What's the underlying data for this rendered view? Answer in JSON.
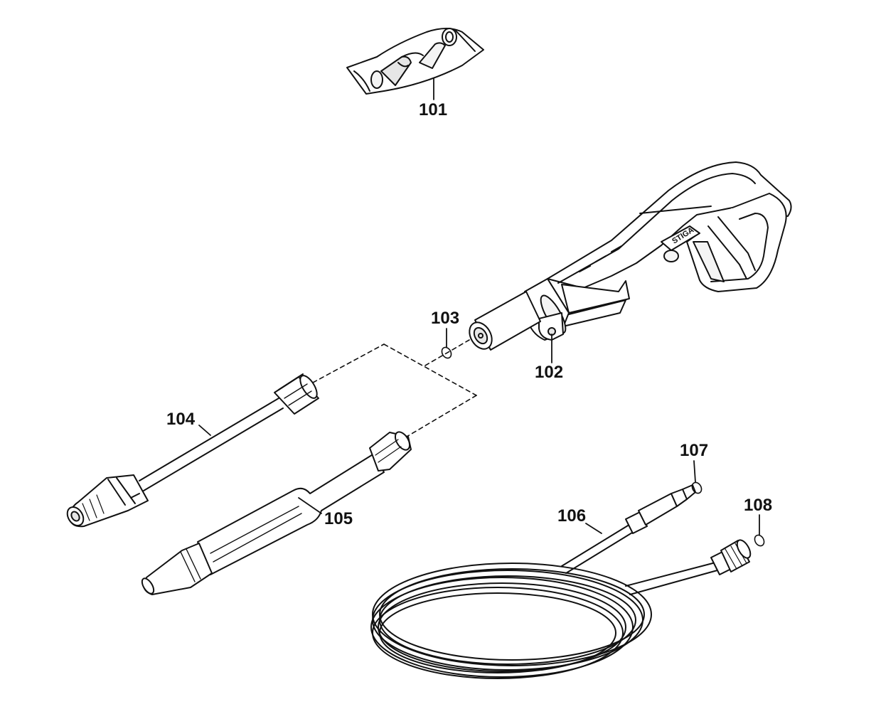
{
  "colors": {
    "ink": "#111111",
    "paper": "#ffffff",
    "fill_light": "#f4f4f4",
    "fill_mid": "#e6e6e6"
  },
  "parts": [
    {
      "id": "p101",
      "label": "101",
      "icon": "nozzle-kit-bag-icon"
    },
    {
      "id": "p102",
      "label": "102",
      "icon": "spray-gun-icon"
    },
    {
      "id": "p103",
      "label": "103",
      "icon": "o-ring-icon"
    },
    {
      "id": "p104",
      "label": "104",
      "icon": "lance-adjustable-icon"
    },
    {
      "id": "p105",
      "label": "105",
      "icon": "lance-turbo-icon"
    },
    {
      "id": "p106",
      "label": "106",
      "icon": "hose-coil-icon"
    },
    {
      "id": "p107",
      "label": "107",
      "icon": "o-ring-icon"
    },
    {
      "id": "p108",
      "label": "108",
      "icon": "o-ring-icon"
    }
  ],
  "gun_logo_text": "STIGA"
}
